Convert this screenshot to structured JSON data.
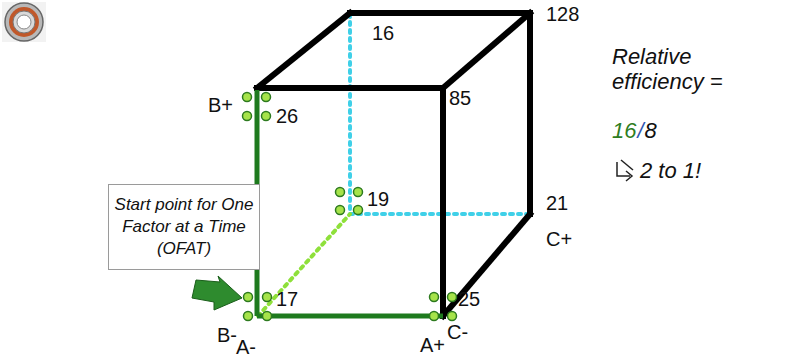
{
  "diagram": {
    "nodes": [
      {
        "text": [
          "Start point for One Factor at a Time (OFAT)"
        ]
      }
    ],
    "labels": [
      "16",
      "128",
      "26",
      "85",
      "19",
      "21",
      "17",
      "25",
      "B+",
      "C+",
      "B-",
      "A-",
      "A+",
      "C-",
      "Relative efficiency =",
      "16",
      "/",
      "8",
      "2 to 1!"
    ]
  }
}
